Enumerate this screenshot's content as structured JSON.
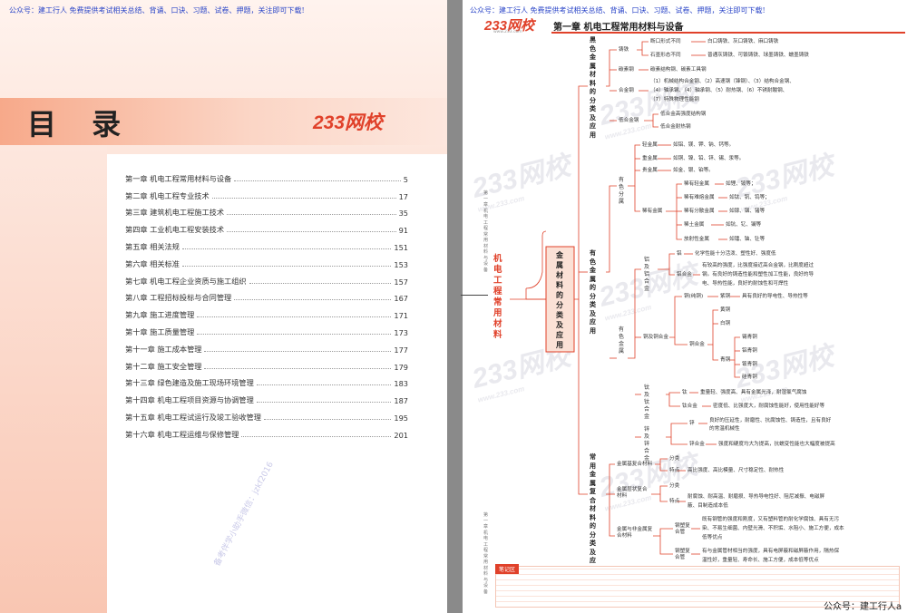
{
  "header_note": "公众号：建工行人  免费提供考试相关总结、背诵、口诀、习题、试卷、押题，关注即可下载!",
  "left_page": {
    "title": "目 录",
    "logo": "233网校",
    "toc": [
      {
        "title": "第一章  机电工程常用材料与设备",
        "page": "5"
      },
      {
        "title": "第二章  机电工程专业技术",
        "page": "17"
      },
      {
        "title": "第三章  建筑机电工程施工技术",
        "page": "35"
      },
      {
        "title": "第四章  工业机电工程安装技术",
        "page": "91"
      },
      {
        "title": "第五章  相关法规",
        "page": "151"
      },
      {
        "title": "第六章  相关标准",
        "page": "153"
      },
      {
        "title": "第七章  机电工程企业资质与施工组织",
        "page": "157"
      },
      {
        "title": "第八章  工程招标投标与合同管理",
        "page": "167"
      },
      {
        "title": "第九章  施工进度管理",
        "page": "171"
      },
      {
        "title": "第十章  施工质量管理",
        "page": "173"
      },
      {
        "title": "第十一章  施工成本管理",
        "page": "177"
      },
      {
        "title": "第十二章  施工安全管理",
        "page": "179"
      },
      {
        "title": "第十三章  绿色建造及施工现场环境管理",
        "page": "183"
      },
      {
        "title": "第十四章  机电工程项目资源与协调管理",
        "page": "187"
      },
      {
        "title": "第十五章  机电工程试运行及竣工验收管理",
        "page": "195"
      },
      {
        "title": "第十六章  机电工程运维与保修管理",
        "page": "201"
      }
    ],
    "watermark": "备考伴学小助手微信：jzkf2016"
  },
  "right_page": {
    "logo": "233网校",
    "logo_sub": "www.233.com",
    "chapter_title": "第一章  机电工程常用材料与设备",
    "side_title": "机电工程常用材料",
    "side_small": "第一章  机电工程常用材料与设备",
    "root": "金属材料的分类及应用",
    "note_label": "笔记区",
    "footer": "公众号：建工行人a",
    "watermark": "233网校",
    "watermark_sub": "www.233.com",
    "mindmap": {
      "ferrous": {
        "label": "黑色金属材料的分类及应用",
        "cast_iron": "铸铁",
        "fracture": "断口形式不同",
        "fracture_items": "白口铸铁、灰口铸铁、麻口铸铁",
        "graphite": "石墨形态不同",
        "graphite_items": "普通灰铸铁、可锻铸铁、球墨铸铁、蠕墨铸铁",
        "carbon_steel": "碳素钢",
        "carbon_items": "碳素结构钢、碳素工具钢",
        "alloy_steel": "合金钢",
        "alloy_l1": "（1）机械结构合金钢、（2）高速钢（锋钢）、（3）结构合金钢、",
        "alloy_l2": "（4）轴承钢、（4）轴承钢、（5）耐热钢、（6）不锈耐酸钢、",
        "alloy_l3": "（7）特殊物理性能钢",
        "low_alloy": "低合金钢",
        "low_alloy_1": "低合金高强度结构钢",
        "low_alloy_2": "低合金耐热钢"
      },
      "nonferrous": {
        "label": "有色金属的分类及应用",
        "group": "有色分属",
        "light": "轻金属",
        "light_items": "如铝、镁、钾、钠、钙等。",
        "heavy": "重金属",
        "heavy_items": "如铜、镍、铅、锌、锡、汞等。",
        "precious": "贵金属",
        "precious_items": "如金、银、铂等。",
        "rare": "稀有金属",
        "rare_light": "稀有轻金属",
        "rare_light_items": "如锂、铍等；",
        "rare_refractory": "稀有难熔金属",
        "rare_refractory_items": "如钛、钒、钨等；",
        "rare_dispersed": "稀有分散金属",
        "rare_dispersed_items": "如镓、铟、锗等",
        "rare_earth": "稀土金属",
        "rare_earth_items": "如钪、钇、镧等",
        "radioactive": "放射性金属",
        "radioactive_items": "如镭、铀、钍等",
        "metal": "有色金属",
        "al_group": "铝及铝合金",
        "al": "铝",
        "al_desc": "化学性能十分活泼、塑性好、强度低",
        "al_alloy": "铝合金",
        "al_alloy_l1": "有较高的强度，比强度接近高合金钢，比刚度超过",
        "al_alloy_l2": "钢。有良好的铸造性能和塑性加工性能，良好的导",
        "al_alloy_l3": "电、导热性能，良好的耐蚀性和可焊性",
        "cu_group": "铜及铜合金",
        "cu": "铜(纯铜)",
        "cu_sub": "紫铜",
        "cu_desc": "具有良好的导电性、导热性等",
        "cu_alloy": "铜合金",
        "brass": "黄铜",
        "white_cu": "白铜",
        "bronze": "青铜",
        "bronze_1": "锡青铜",
        "bronze_2": "铝青铜",
        "bronze_3": "铍青铜",
        "bronze_4": "硅青铜",
        "ti_group": "钛及钛合金",
        "ti": "钛",
        "ti_desc": "重量轻、强度高、具有金属光泽，耐湿氯气腐蚀",
        "ti_alloy": "钛合金",
        "ti_alloy_desc": "密度低、比强度大，耐腐蚀性能好，使用性能好等",
        "zn_group": "锌及锌合金",
        "zn": "锌",
        "zn_l1": "良好的压延性，耐磨性、抗腐蚀性、铸造性，且有良好",
        "zn_l2": "的常温机械性",
        "zn_alloy": "锌合金",
        "zn_alloy_desc": "强度和硬度均大为提高，抗蠕变性能也大幅度被提高"
      },
      "composite": {
        "label": "常用金属复合材料的分类及应用",
        "metal_matrix": "金属基复合材料",
        "mm_class": "分类",
        "mm_feat": "特点",
        "mm_feat_desc": "高比强度、高比模量、尺寸稳定性、耐热性",
        "layered": "金属层状复合材料",
        "ly_class": "分类",
        "ly_feat": "特点",
        "ly_feat_l1": "耐腐蚀、耐高温、耐磨损、导热导电性好、阻尼减振、电磁屏",
        "ly_feat_l2": "蔽、目制造成本低",
        "nonmetal": "金属与非金属复合材料",
        "plastic_pipe": "钢塑复合管",
        "pp_l1": "既有钢管的强度和刚度，又有塑料管的耐化学腐蚀、具有无污",
        "pp_l2": "染、不易生细菌、内壁光滑、不积垢、水阻小、施工方便，成本",
        "pp_l3": "低等优点",
        "glass_pipe": "钢塑复合管",
        "gp_l1": "有与金属管材相当的强度，具有电屏蔽和磁屏蔽作用，隔热保",
        "gp_l2": "温性好，重量轻、寿命长、施工方便，成本低等优点"
      }
    }
  }
}
